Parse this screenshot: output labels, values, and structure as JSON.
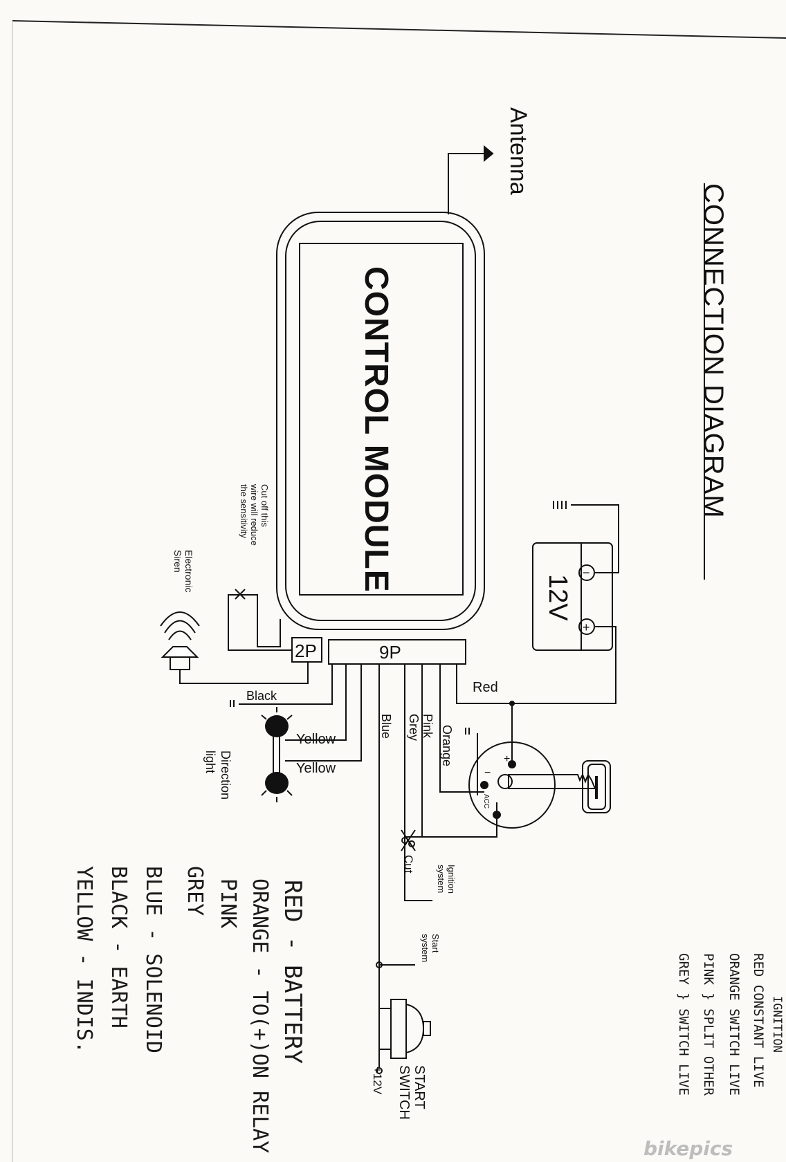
{
  "diagram": {
    "title": "CONNECTION DIAGRAM",
    "module_label": "CONTROL MODULE",
    "antenna_label": "Antenna",
    "battery_label": "12V",
    "battery_minus": "−",
    "battery_plus": "+",
    "connector_2p": "2P",
    "connector_9p": "9P",
    "cutoff_note": [
      "Cut off this",
      "wire will reduce",
      "the sensitivity"
    ],
    "siren_label": [
      "Electronic",
      "Siren"
    ],
    "direction_light_label": [
      "Direction",
      "light"
    ],
    "ignition_system_label": [
      "Ignition",
      "system"
    ],
    "start_system_label": [
      "Start",
      "system"
    ],
    "start_switch_label": [
      "START",
      "SWITCH"
    ],
    "plus12v_label": "+12V",
    "cut_label": "Cut",
    "acc_label": "ACC",
    "wires": {
      "black": "Black",
      "yellow_1": "Yellow",
      "yellow_2": "Yellow",
      "blue": "Blue",
      "grey": "Grey",
      "pink": "Pink",
      "orange": "Orange",
      "red": "Red"
    }
  },
  "handwritten_notes_left": [
    "RED - BATTERY",
    "ORANGE - TO(+)ON RELAY",
    "PINK",
    "GREY",
    "BLUE - SOLENOID",
    "BLACK - EARTH",
    "YELLOW - INDIS."
  ],
  "handwritten_notes_right": [
    "IGNITION",
    "RED CONSTANT LIVE",
    "ORANGE SWITCH LIVE",
    "PINK } SPLIT OTHER",
    "GREY } SWITCH LIVE"
  ],
  "watermark": "bikepics"
}
